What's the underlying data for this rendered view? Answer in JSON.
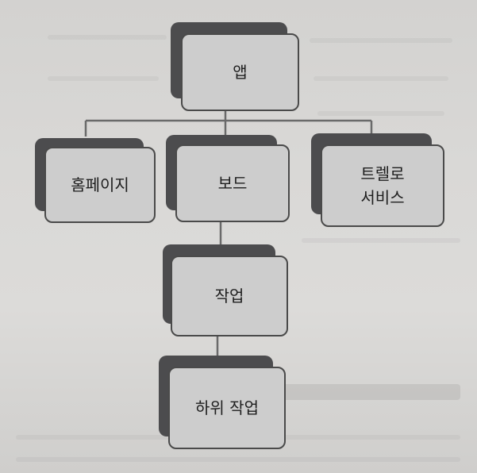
{
  "diagram": {
    "nodes": {
      "app": "앱",
      "homepage": "홈페이지",
      "board": "보드",
      "trello": "트렐로\n서비스",
      "task": "작업",
      "subtask": "하위 작업"
    }
  }
}
